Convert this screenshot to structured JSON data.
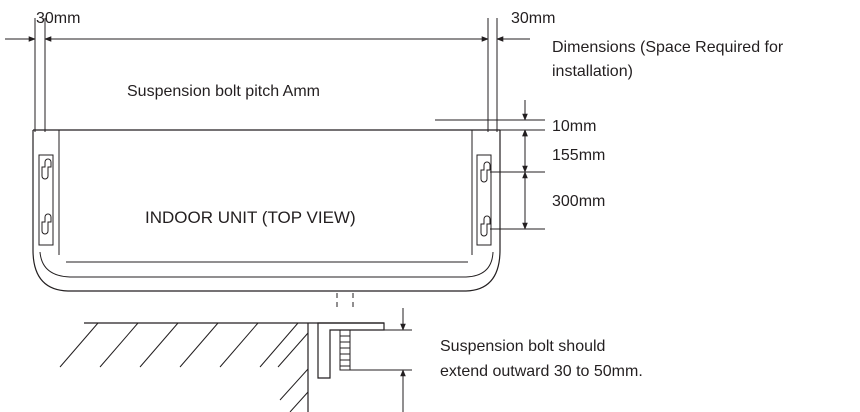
{
  "labels": {
    "left_clearance": "30mm",
    "right_clearance": "30mm",
    "dimensions_title_line1": "Dimensions (Space Required for",
    "dimensions_title_line2": "installation)",
    "bolt_pitch": "Suspension bolt pitch Amm",
    "top_gap": "10mm",
    "upper_hole_spacing": "155mm",
    "lower_hole_spacing": "300mm",
    "unit_caption": "INDOOR UNIT (TOP VIEW)",
    "bolt_note_line1": "Suspension bolt should",
    "bolt_note_line2": "extend outward 30 to 50mm."
  }
}
